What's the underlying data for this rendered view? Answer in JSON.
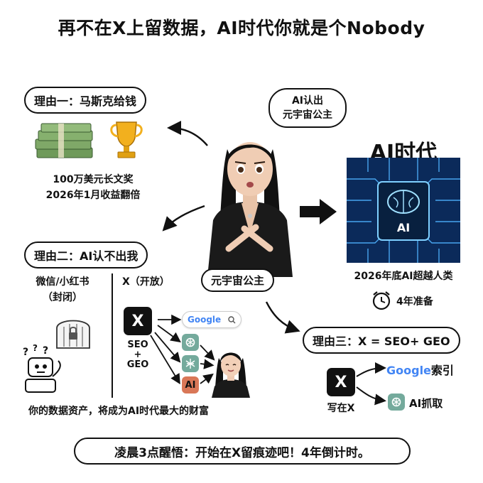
{
  "title": "再不在X上留数据，AI时代你就是个Nobody",
  "reason1": {
    "label": "理由一：马斯克给钱",
    "line1": "100万美元长文奖",
    "line2": "2026年1月收益翻倍"
  },
  "bubble": {
    "line1": "AI认出",
    "line2": "元宇宙公主"
  },
  "center_label": "元宇宙公主",
  "ai_era": {
    "heading": "AI时代",
    "chip_text": "AI",
    "line1": "2026年底AI超越人类",
    "line2": "4年准备"
  },
  "reason2": {
    "label": "理由二：AI认不出我",
    "left_title_1": "微信/小红书",
    "left_title_2": "（封闭）",
    "right_title": "X（开放）",
    "x_label": "X",
    "seo": "SEO",
    "plus": "+",
    "geo": "GEO",
    "google": "Google",
    "anthropic": "AI",
    "caption": "你的数据资产，将成为AI时代最大的财富"
  },
  "reason3": {
    "label": "理由三：X = SEO+ GEO",
    "x_label": "X",
    "write": "写在X",
    "google": "Google",
    "index": "索引",
    "fetch": "AI抓取"
  },
  "footer": "凌晨3点醒悟：开始在X留痕迹吧！4年倒计时。",
  "colors": {
    "ink": "#111111",
    "chip_bg": "#0b2a5a",
    "circuit": "#4fb3ff",
    "gold": "#f2b01e",
    "money": "#6f9a5a",
    "chatgpt": "#74aa9c",
    "anthropic": "#d97757"
  }
}
